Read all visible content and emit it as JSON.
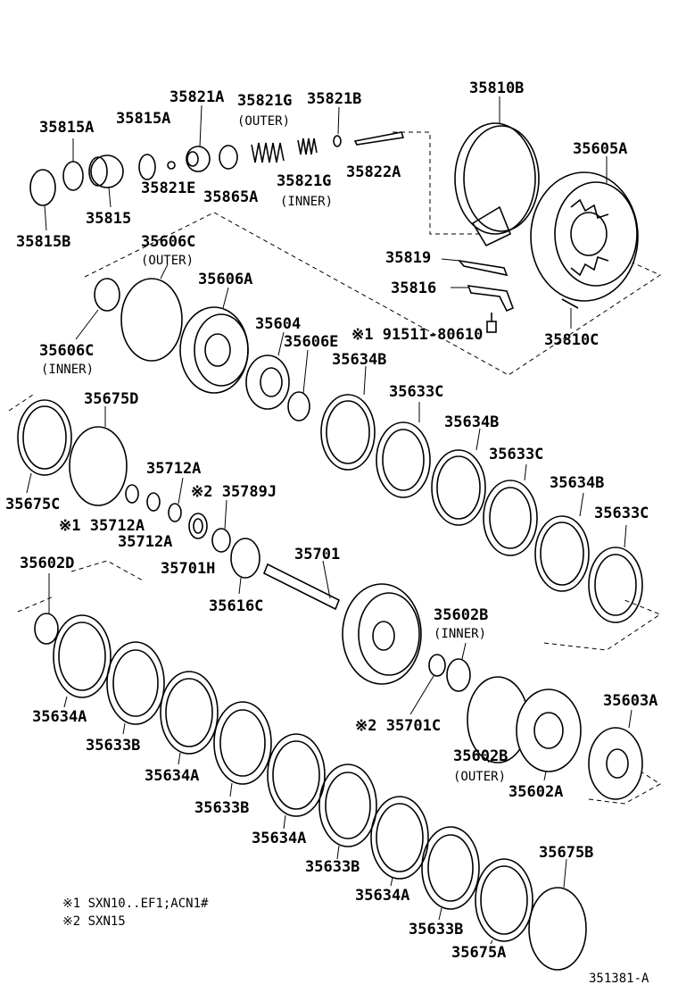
{
  "diagram_id": "351381-A",
  "footnotes": [
    {
      "text": "※1 SXN10..EF1;ACN1#"
    },
    {
      "text": "※2 SXN15"
    }
  ],
  "labels": {
    "p35815A": "35815A",
    "p35815A_2": "35815A",
    "p35821A": "35821A",
    "p35821G_outer": "35821G",
    "outer1": "(OUTER)",
    "p35821B": "35821B",
    "p35810B": "35810B",
    "p35605A": "35605A",
    "p35821E": "35821E",
    "p35865A": "35865A",
    "p35821G_inner": "35821G",
    "inner1": "(INNER)",
    "p35822A": "35822A",
    "p35815": "35815",
    "p35815B": "35815B",
    "p35606C_outer": "35606C",
    "outer2": "(OUTER)",
    "p35606A": "35606A",
    "p35819": "35819",
    "p35816": "35816",
    "p35604": "35604",
    "p35606E": "35606E",
    "bolt": "※1 91511-80610",
    "p35810C": "35810C",
    "p35606C_inner": "35606C",
    "inner2": "(INNER)",
    "p35634B_1": "35634B",
    "p35675D": "35675D",
    "p35633C_1": "35633C",
    "p35634B_2": "35634B",
    "p35712A_1": "35712A",
    "p35633C_2": "35633C",
    "p35789J": "※2 35789J",
    "p35675C": "35675C",
    "p35712A_2": "※1 35712A",
    "p35634B_3": "35634B",
    "p35633C_3": "35633C",
    "p35712A_3": "35712A",
    "p35602D": "35602D",
    "p35701": "35701",
    "p35701H": "35701H",
    "p35616C": "35616C",
    "p35602B_inner": "35602B",
    "inner3": "(INNER)",
    "p35634A_1": "35634A",
    "p35603A": "35603A",
    "p35633B_1": "35633B",
    "p35701C": "※2 35701C",
    "p35634A_2": "35634A",
    "p35602B_outer": "35602B",
    "outer3": "(OUTER)",
    "p35602A": "35602A",
    "p35633B_2": "35633B",
    "p35634A_3": "35634A",
    "p35633B_3": "35633B",
    "p35634A_4": "35634A",
    "p35675B": "35675B",
    "p35633B_4": "35633B",
    "p35675A": "35675A"
  }
}
